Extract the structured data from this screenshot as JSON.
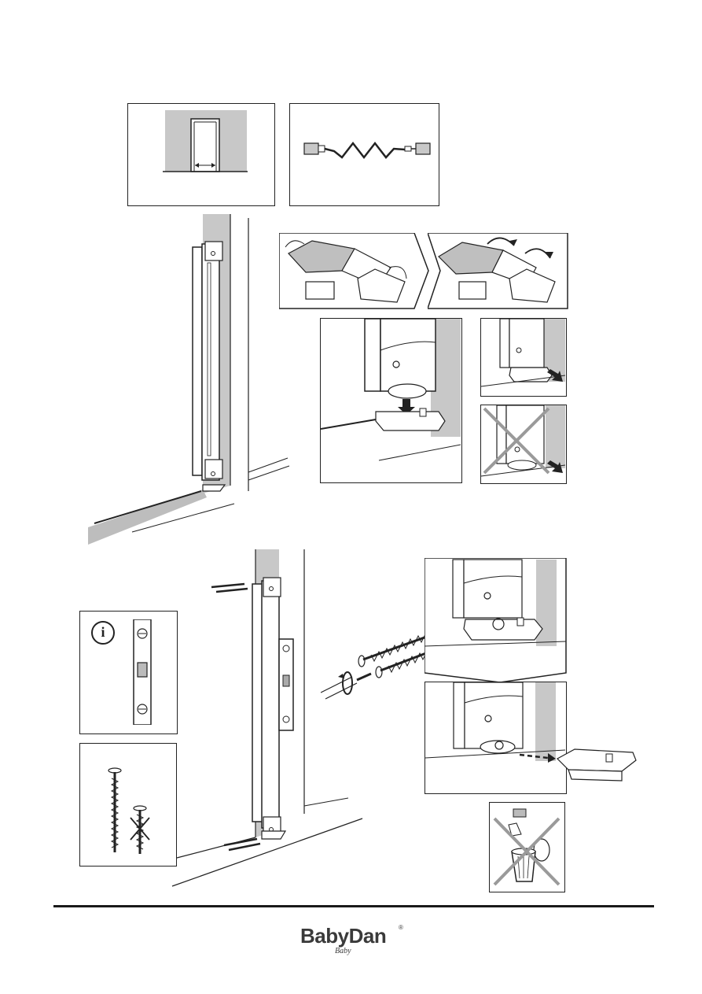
{
  "page": {
    "title": ""
  },
  "steps": {
    "measure_opening": "measure-opening-panel",
    "cord_ends": "cord-panel",
    "separate_parts": "separate-parts-panel",
    "rotate_parts": "rotate-parts-panel"
  },
  "info": {
    "glyph": "i"
  },
  "brand": {
    "name": "BabyDan",
    "registered": "®",
    "tagline": "Baby"
  },
  "colors": {
    "ink": "#1a1a1a",
    "wall_gray": "#c8c8c8",
    "panel_fill": "#ffffff"
  }
}
